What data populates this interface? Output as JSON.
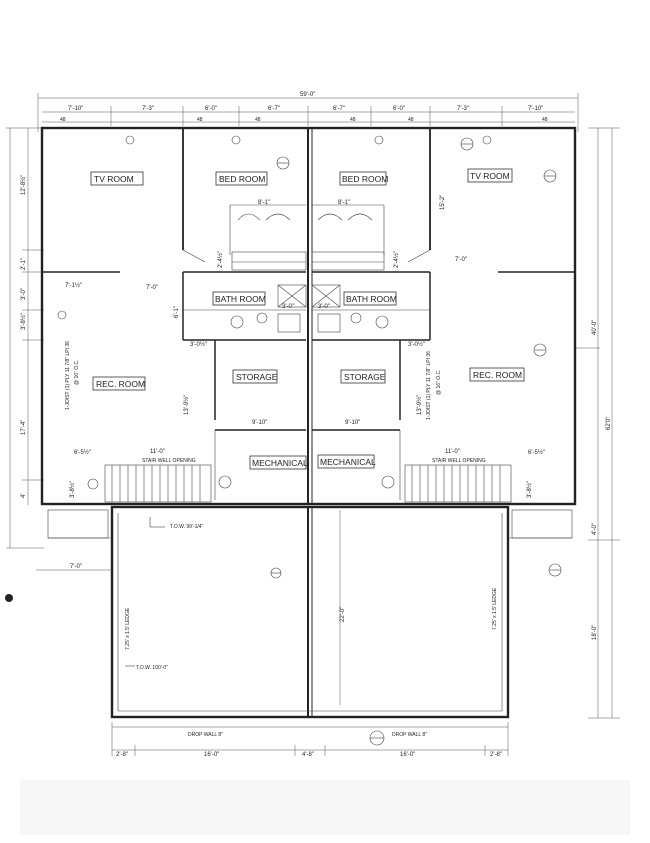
{
  "overall": {
    "width": "59'-0\"",
    "right_total": "40'-0\"",
    "right_outer": "62'0\"",
    "left_12": "12'-8½\"",
    "left_3": "3'-0\"",
    "left_3b": "3'-8½\"",
    "left_17": "17'-4\"",
    "left_small": "2'-1\"",
    "left_4": "4'"
  },
  "top_dims": [
    "7'-10\"",
    "7'-3\"",
    "6'-0\"",
    "6'-7\"",
    "6'-7\"",
    "6'-0\"",
    "7'-3\"",
    "7'-10\""
  ],
  "top_small": [
    "48",
    "48",
    "48",
    "48",
    "48",
    "48"
  ],
  "units": {
    "left": {
      "tv_room": "TV ROOM",
      "bed_room": "BED ROOM",
      "bath_room": "BATH ROOM",
      "rec_room": "REC. ROOM",
      "storage": "STORAGE",
      "mechanical": "MECHANICAL",
      "closet": "8'-1\"",
      "rec_dim_a": "7'-1½\"",
      "rec_dim_b": "7'-0\"",
      "storage_w": "9'-10\"",
      "storage_h": "13'-9½\"",
      "bath_h": "6'-1\"",
      "bath_a": "3'-0½\"",
      "bath_b": "3'-0\"",
      "closet_h": "2'-4½\"",
      "stair_w": "11'-0\"",
      "stair_small": "6'-5½\"",
      "stair_note": "STAIR WELL OPENING",
      "joist": "1-JOIST (1) PLY 11 7/8\" LPI 36",
      "joist_oc": "@ 16\" O.C.",
      "stair_h": "3'-8½\""
    },
    "right": {
      "tv_room": "TV ROOM",
      "bed_room": "BED ROOM",
      "bath_room": "BATH ROOM",
      "rec_room": "REC. ROOM",
      "storage": "STORAGE",
      "mechanical": "MECHANICAL",
      "closet": "8'-1\"",
      "rec_dim": "7'-0\"",
      "storage_w": "9'-10\"",
      "storage_h": "13'-9½\"",
      "tv_h": "15'-2\"",
      "bath_a": "3'-0½\"",
      "bath_b": "3'-0\"",
      "closet_h": "2'-4½\"",
      "stair_w": "11'-0\"",
      "stair_small": "6'-5½\"",
      "stair_note": "STAIR WELL OPENING",
      "joist": "1-JOIST (1) PLY 11 7/8\" LPI 36",
      "joist_oc": "@ 16\" O.C.",
      "stair_h": "3'-8½\""
    }
  },
  "garage": {
    "tow_top": "T.O.W. 99'-1/4\"",
    "tow_bottom": "T.O.W. 100'-0\"",
    "ledge_left": "7.25' x 1.5' LEDGE",
    "ledge_right": "7.25' x 1.5' LEDGE",
    "depth": "22'-0\"",
    "depth_right": "18'-0\"",
    "left_offset": "7'-0\"",
    "right_4": "4'-0\"",
    "drop_left": "DROP WALL 8\"",
    "drop_right": "DROP WALL 8\""
  },
  "bottom_dims": [
    "2'-8\"",
    "16'-0\"",
    "4'-8\"",
    "16'-0\"",
    "2'-8\""
  ]
}
